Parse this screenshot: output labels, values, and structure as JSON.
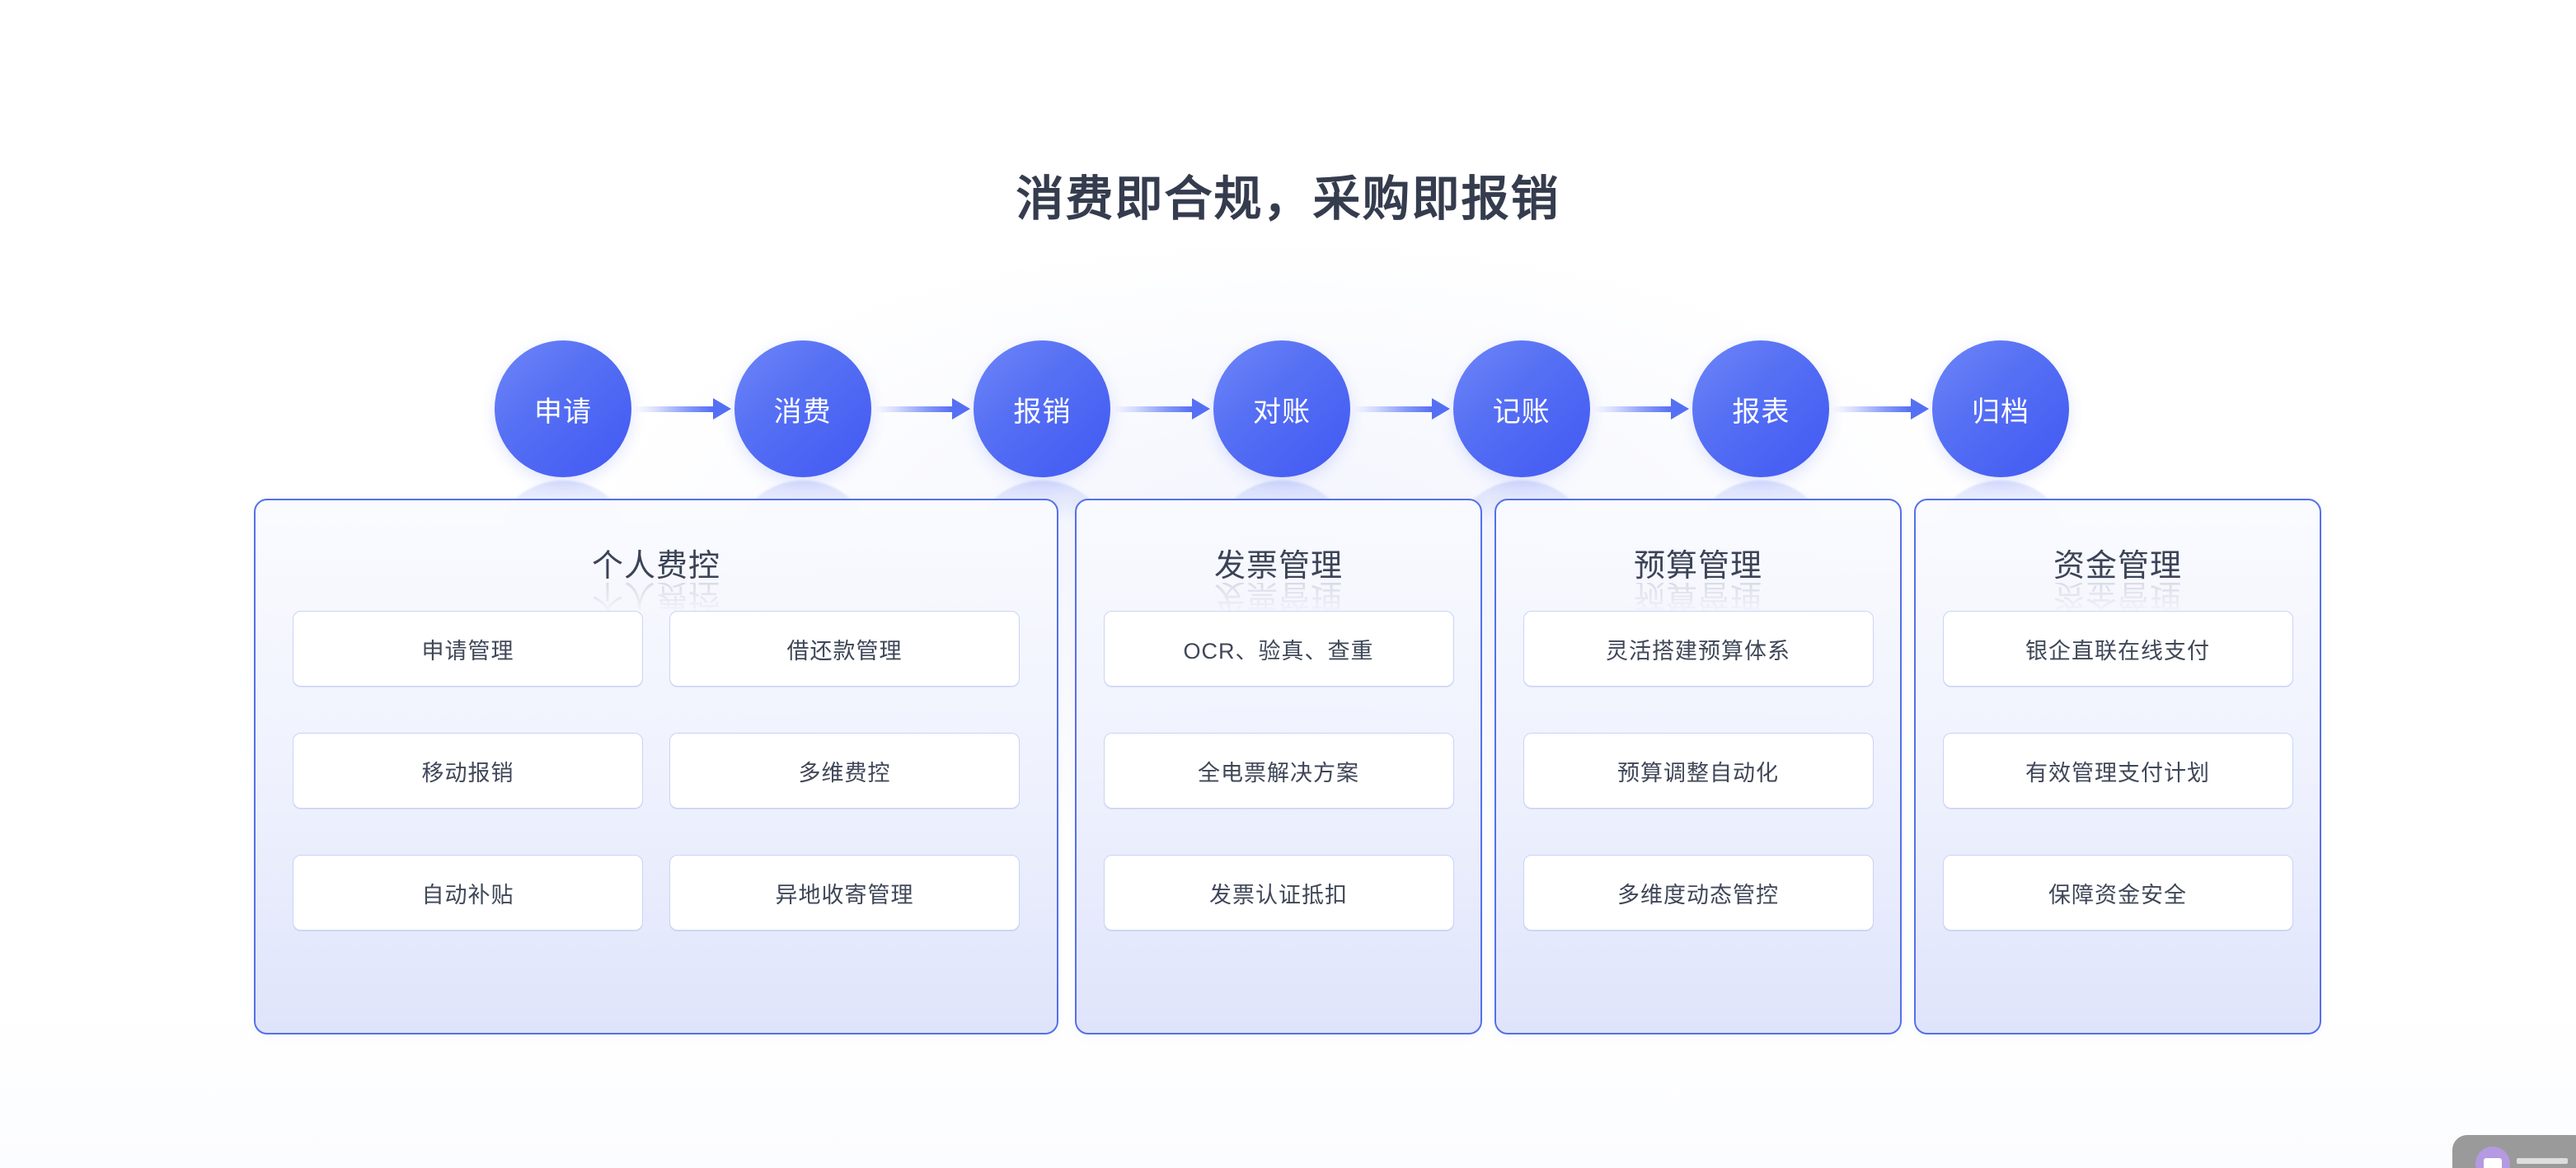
{
  "page": {
    "title": "消费即合规，采购即报销",
    "accent_color": "#5570e8",
    "circle_gradient_from": "#6f86f7",
    "circle_gradient_to": "#4158f2",
    "title_color": "#353c4e",
    "card_border_color": "#c9d3f7"
  },
  "flow": {
    "steps": [
      {
        "label": "申请"
      },
      {
        "label": "消费"
      },
      {
        "label": "报销"
      },
      {
        "label": "对账"
      },
      {
        "label": "记账"
      },
      {
        "label": "报表"
      },
      {
        "label": "归档"
      }
    ]
  },
  "panels": [
    {
      "title": "个人费控",
      "columns": 2,
      "cards": [
        "申请管理",
        "借还款管理",
        "移动报销",
        "多维费控",
        "自动补贴",
        "异地收寄管理"
      ]
    },
    {
      "title": "发票管理",
      "columns": 1,
      "cards": [
        "OCR、验真、查重",
        "全电票解决方案",
        "发票认证抵扣"
      ]
    },
    {
      "title": "预算管理",
      "columns": 1,
      "cards": [
        "灵活搭建预算体系",
        "预算调整自动化",
        "多维度动态管控"
      ]
    },
    {
      "title": "资金管理",
      "columns": 1,
      "cards": [
        "银企直联在线支付",
        "有效管理支付计划",
        "保障资金安全"
      ]
    }
  ]
}
